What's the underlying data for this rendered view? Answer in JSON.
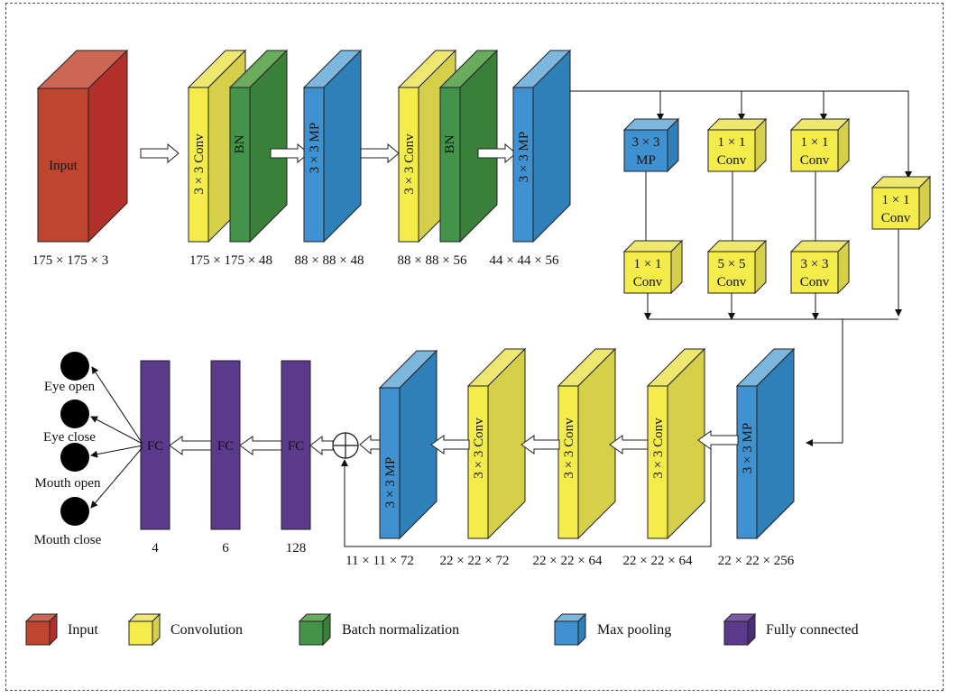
{
  "legend": [
    {
      "key": "input",
      "label": "Input",
      "color": "#c0392b"
    },
    {
      "key": "conv",
      "label": "Convolution",
      "color": "#f3ec4a"
    },
    {
      "key": "bn",
      "label": "Batch normalization",
      "color": "#3f8c3f"
    },
    {
      "key": "mp",
      "label": "Max pooling",
      "color": "#3f92cf"
    },
    {
      "key": "fc",
      "label": "Fully connected",
      "color": "#5b3a8c"
    }
  ],
  "top_row": {
    "input_label": "Input",
    "conv1_label": "3 × 3 Conv",
    "bn1_label": "BN",
    "mp1_label": "3 × 3 MP",
    "conv2_label": "3 × 3 Conv",
    "bn2_label": "BN",
    "mp2_label": "3 × 3 MP",
    "dims": [
      "175 × 175 × 3",
      "175 × 175 × 48",
      "88 × 88 × 48",
      "88 × 88 × 56",
      "44 × 44 × 56"
    ]
  },
  "inception": {
    "branch1_top": [
      "3 × 3",
      "MP"
    ],
    "branch2_top": [
      "1 × 1",
      "Conv"
    ],
    "branch3_top": [
      "1 × 1",
      "Conv"
    ],
    "branch4": [
      "1 × 1",
      "Conv"
    ],
    "branch1_bottom": [
      "1 × 1",
      "Conv"
    ],
    "branch2_bottom": [
      "5 × 5",
      "Conv"
    ],
    "branch3_bottom": [
      "3 × 3",
      "Conv"
    ]
  },
  "bottom_row": {
    "mp3_label": "3 × 3 MP",
    "conv3_label": "3 × 3 Conv",
    "conv4_label": "3 × 3 Conv",
    "conv5_label": "3 × 3 Conv",
    "mp4_label": "3 × 3 MP",
    "dims": [
      "11 × 11 × 72",
      "22 × 22 × 72",
      "22 × 22 × 64",
      "22 × 22 × 64",
      "22 × 22 × 256"
    ]
  },
  "fc_layers": [
    {
      "label": "FC",
      "size": "4"
    },
    {
      "label": "FC",
      "size": "6"
    },
    {
      "label": "FC",
      "size": "128"
    }
  ],
  "outputs": [
    "Eye open",
    "Eye close",
    "Mouth open",
    "Mouth close"
  ]
}
